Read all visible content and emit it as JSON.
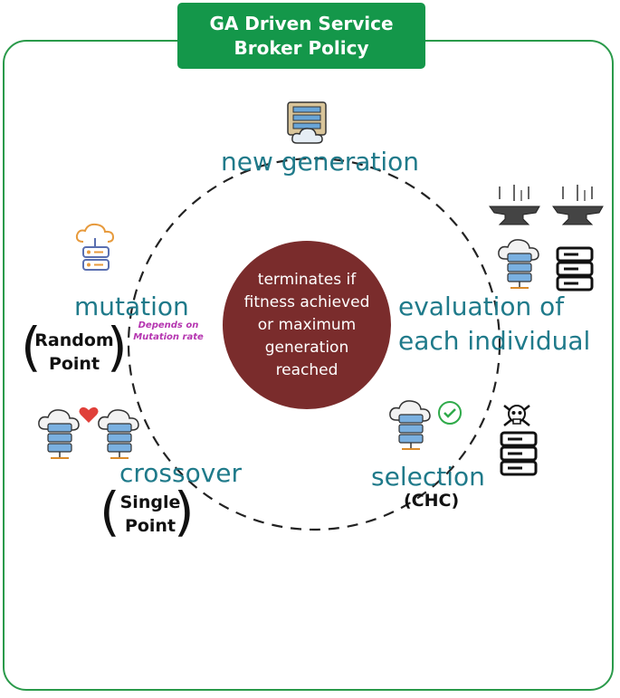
{
  "title": "GA Driven Service Broker Policy",
  "center_text": "terminates if fitness achieved or maximum generation reached",
  "stages": {
    "new_generation": "new generation",
    "evaluation_line1": "evaluation of",
    "evaluation_line2": "each individual",
    "selection": "selection",
    "crossover": "crossover",
    "mutation": "mutation"
  },
  "details": {
    "selection_method": "(CHC)",
    "crossover_line1": "Single",
    "crossover_line2": "Point",
    "mutation_line1": "Random",
    "mutation_line2": "Point",
    "mutation_note_line1": "Depends on",
    "mutation_note_line2": "Mutation rate"
  },
  "icons": {
    "new_generation": "server-cloud-icon",
    "evaluation": [
      "anvil-icon",
      "anvil-icon",
      "cloud-server-icon",
      "server-rack-icon"
    ],
    "selection": [
      "cloud-server-icon",
      "check-circle-icon",
      "skull-icon",
      "server-rack-icon"
    ],
    "crossover": [
      "cloud-server-icon",
      "heart-icon",
      "cloud-server-icon"
    ],
    "mutation": "cloud-server-icon"
  },
  "colors": {
    "frame": "#2a9a4a",
    "title_bg": "#14974a",
    "center_bg": "#7a2c2c",
    "stage_text": "#1f7a8a",
    "note_text": "#b536b0"
  }
}
